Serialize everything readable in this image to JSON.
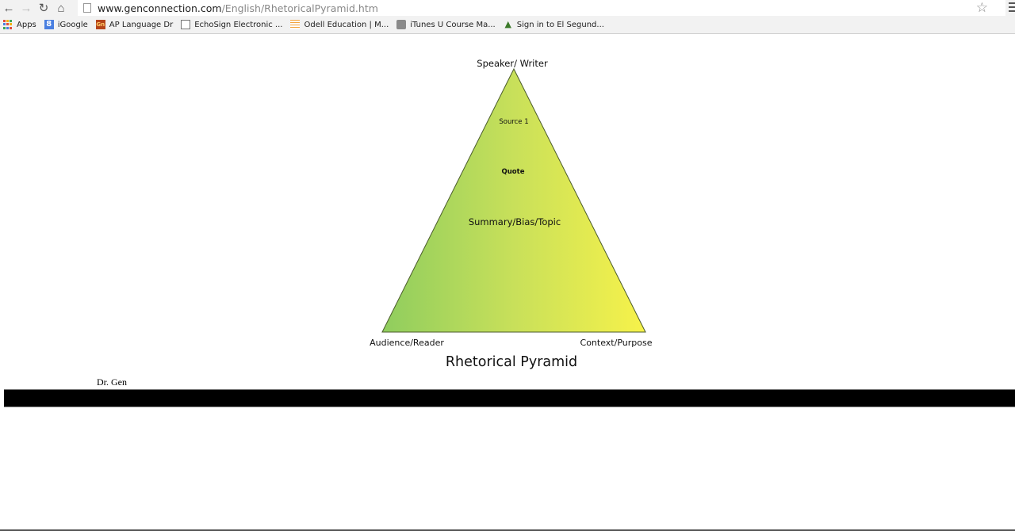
{
  "browser": {
    "url_host": "www.genconnection.com",
    "url_path": "/English/RhetoricalPyramid.htm",
    "nav": {
      "back_icon": "arrow-left-icon",
      "forward_icon": "arrow-right-icon",
      "reload_icon": "reload-icon",
      "home_icon": "home-icon"
    },
    "star_icon": "star-icon",
    "menu_icon": "hamburger-menu-icon"
  },
  "bookmarks": [
    {
      "label": "Apps",
      "icon": "apps-grid-icon"
    },
    {
      "label": "iGoogle",
      "icon": "google-icon"
    },
    {
      "label": "AP Language Dr",
      "icon": "genconnection-icon"
    },
    {
      "label": "EchoSign Electronic ...",
      "icon": "echosign-icon"
    },
    {
      "label": "Odell Education | M...",
      "icon": "odell-icon"
    },
    {
      "label": "iTunes U Course Ma...",
      "icon": "itunes-icon"
    },
    {
      "label": "Sign in to El Segund...",
      "icon": "tree-icon"
    }
  ],
  "pyramid": {
    "apex_label": "Speaker/ Writer",
    "inner_labels": {
      "top": "Source 1",
      "middle": "Quote",
      "bottom": "Summary/Bias/Topic"
    },
    "bottom_left_label": "Audience/Reader",
    "bottom_right_label": "Context/Purpose",
    "title": "Rhetorical Pyramid",
    "colors": {
      "gradient_left": "#8fcd5e",
      "gradient_mid": "#c8e05a",
      "gradient_right": "#f7f24a",
      "stroke": "#4a5a2a"
    }
  },
  "footer": {
    "author": "Dr. Gen"
  }
}
